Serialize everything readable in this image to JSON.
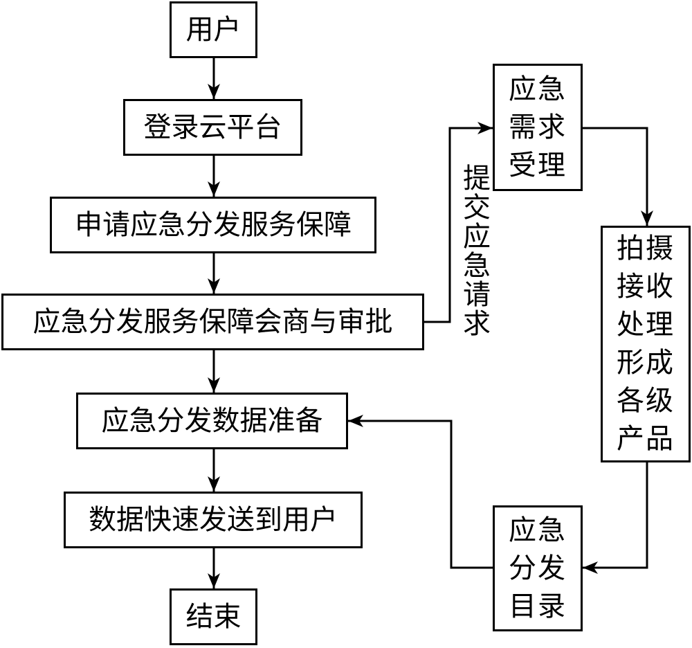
{
  "nodes": {
    "user": "用户",
    "login": "登录云平台",
    "apply": "申请应急分发服务保障",
    "consult": "应急分发服务保障会商与审批",
    "prepare": "应急分发数据准备",
    "send": "数据快速发送到用户",
    "end": "结束",
    "demand_accept": {
      "lines": [
        "应急",
        "需求",
        "受理"
      ]
    },
    "produce": {
      "lines": [
        "拍摄",
        "接收",
        "处理",
        "形成",
        "各级",
        "产品"
      ]
    },
    "catalog": {
      "lines": [
        "应急",
        "分发",
        "目录"
      ]
    }
  },
  "edges": {
    "submit_label": "提交应急请求"
  }
}
